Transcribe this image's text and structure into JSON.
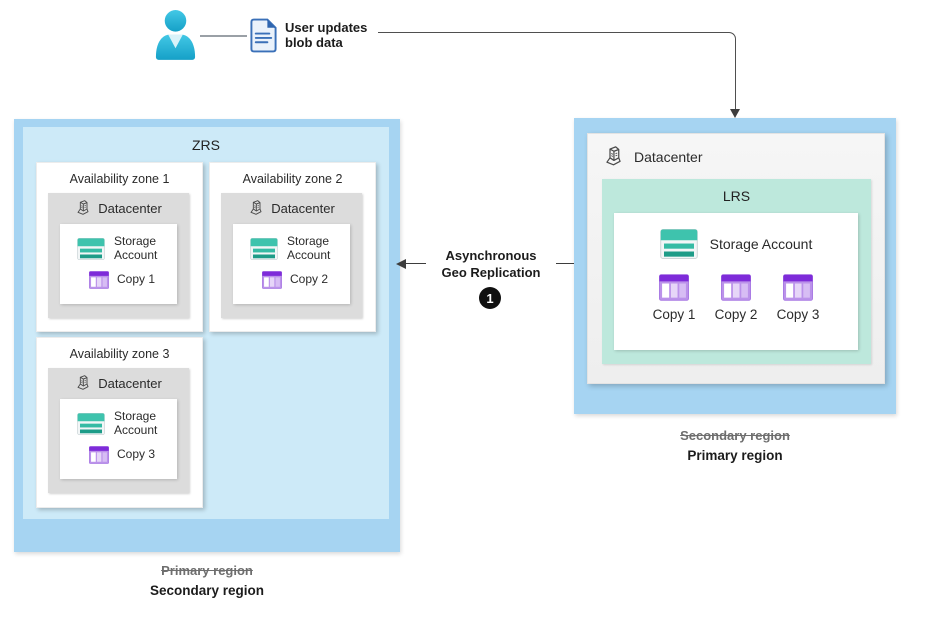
{
  "header": {
    "user_action": "User updates blob data"
  },
  "left_region": {
    "title": "ZRS",
    "zones": [
      {
        "title": "Availability zone 1",
        "datacenter": "Datacenter",
        "storage": "Storage Account",
        "copy": "Copy 1"
      },
      {
        "title": "Availability zone 2",
        "datacenter": "Datacenter",
        "storage": "Storage Account",
        "copy": "Copy 2"
      },
      {
        "title": "Availability zone 3",
        "datacenter": "Datacenter",
        "storage": "Storage Account",
        "copy": "Copy 3"
      }
    ],
    "caption_struck": "Primary region",
    "caption_bold": "Secondary region"
  },
  "replication": {
    "line1": "Asynchronous",
    "line2": "Geo Replication",
    "step_badge": "1"
  },
  "right_region": {
    "datacenter": "Datacenter",
    "title": "LRS",
    "storage": "Storage Account",
    "copies": [
      "Copy 1",
      "Copy 2",
      "Copy 3"
    ],
    "caption_struck": "Secondary region",
    "caption_bold": "Primary region"
  },
  "colors": {
    "region_blue": "#a6d4f2",
    "zrs_bg": "#cdeaf8",
    "lrs_bg": "#bde8dc",
    "dc_gray": "#dcdcdc",
    "storage_teal": "#3ec3ad",
    "storage_teal_dark": "#1d9c88",
    "copy_purple": "#7e2bd9",
    "copy_lavender": "#d7bdf4",
    "person_cyan": "#2bb5d8",
    "doc_blue": "#3a70b8",
    "badge_black": "#101010",
    "line_gray": "#9aa0a6",
    "connector_dark": "#4f4f4f"
  }
}
